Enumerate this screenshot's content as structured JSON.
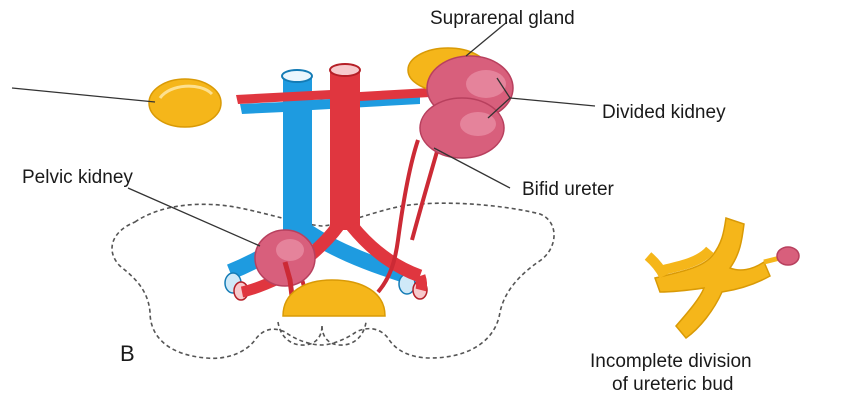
{
  "labels": {
    "suprarenal_gland": "Suprarenal gland",
    "divided_kidney": "Divided kidney",
    "pelvic_kidney": "Pelvic kidney",
    "bifid_ureter": "Bifid ureter",
    "incomplete_line1": "Incomplete division",
    "incomplete_line2": "of ureteric bud"
  },
  "panel_letter": "B",
  "colors": {
    "vein": "#1e9be0",
    "artery": "#e0363f",
    "kidney": "#d85f7c",
    "kidney_highlight": "#f0a0b4",
    "gland": "#f5b61a",
    "gland_shade": "#e7a010",
    "outline": "#555555",
    "leader": "#333333"
  }
}
